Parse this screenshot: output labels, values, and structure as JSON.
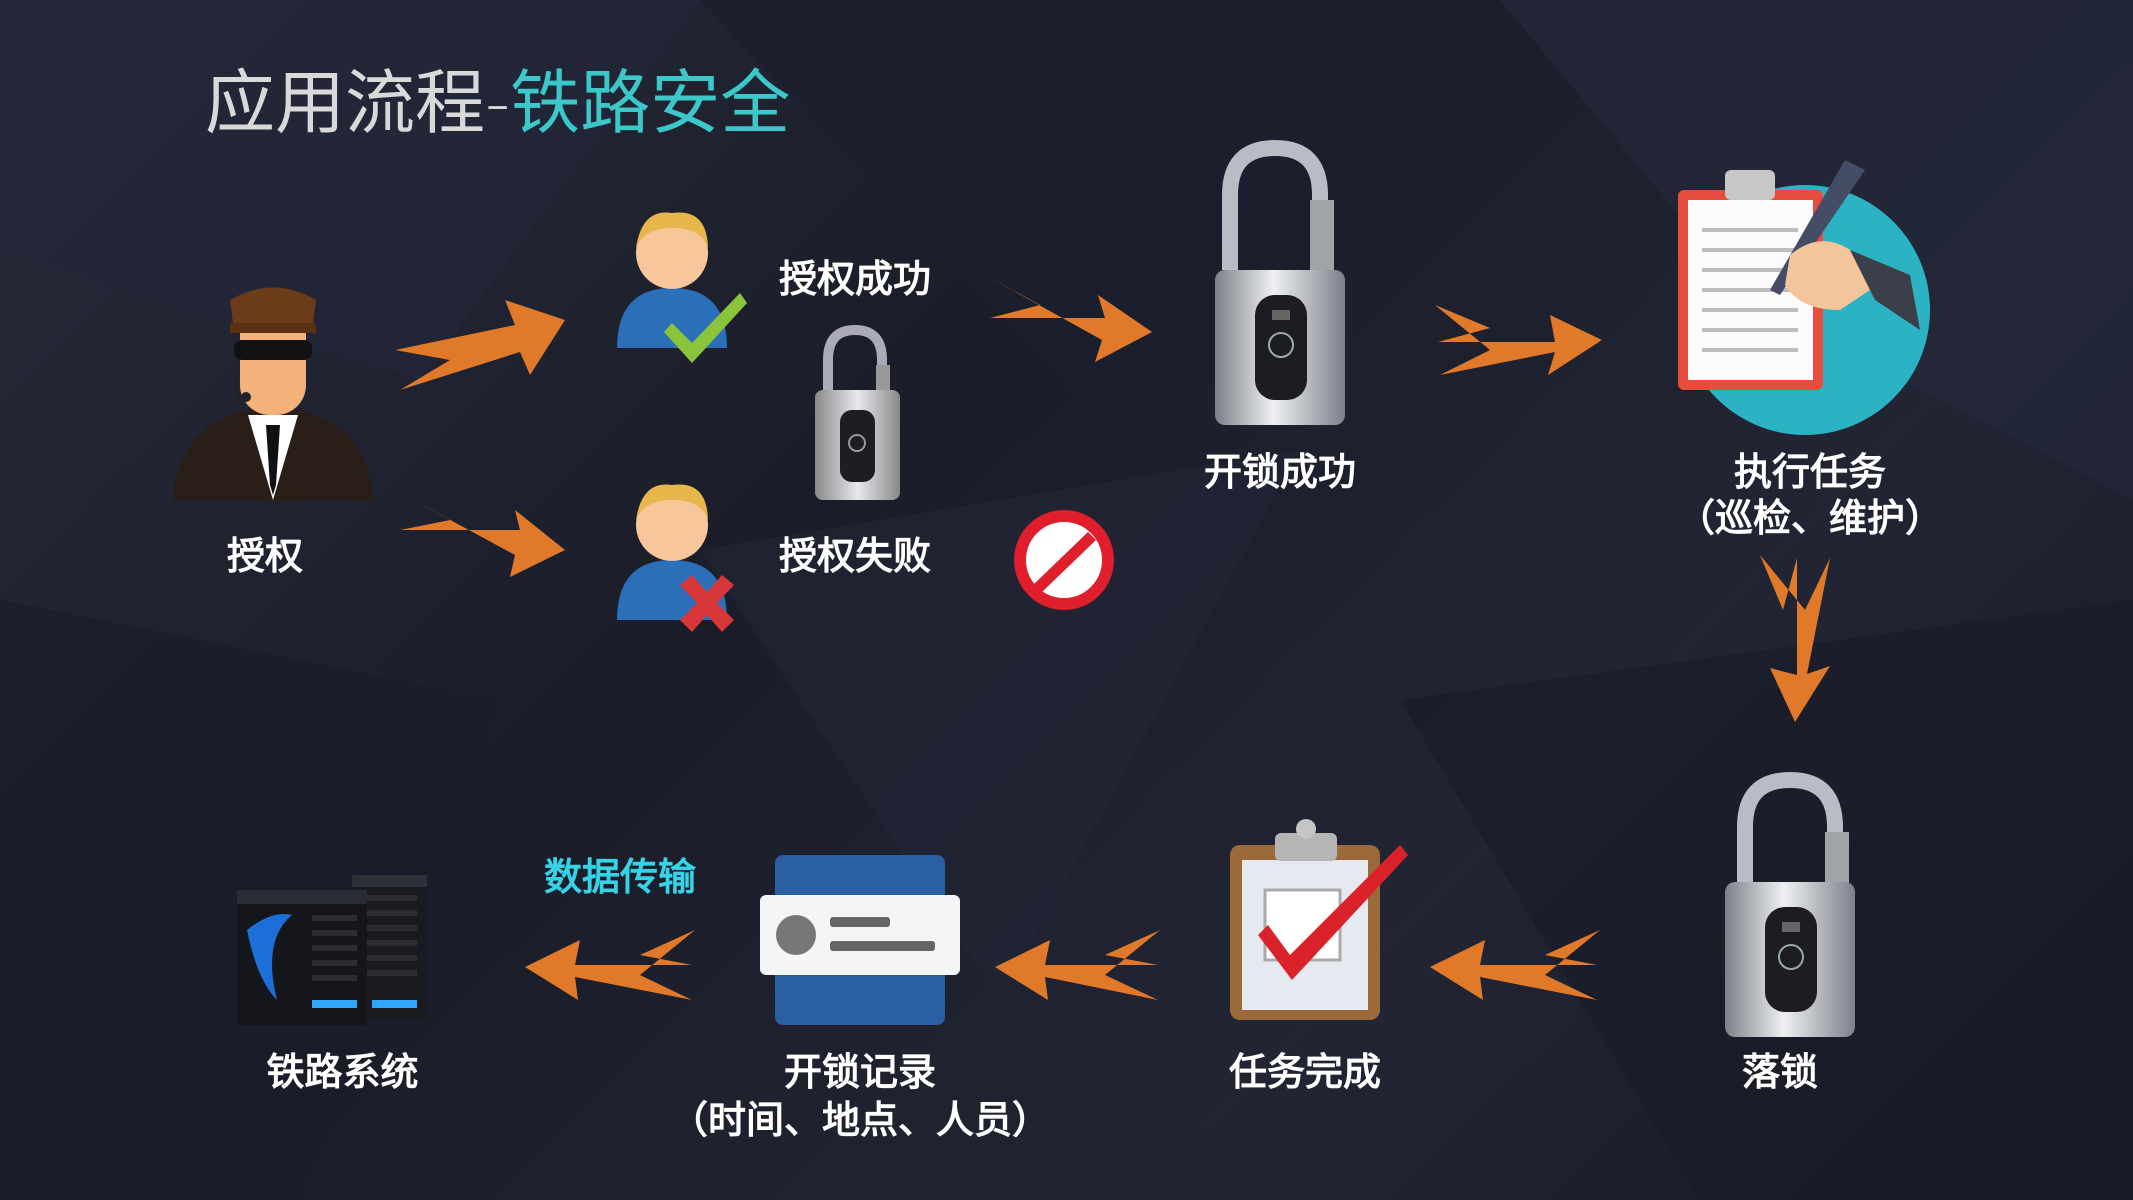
{
  "title": {
    "main": "应用流程",
    "separator": "-",
    "sub": "铁路安全"
  },
  "colors": {
    "background": "#1e2130",
    "title_sub": "#3cc8c8",
    "arrow": "#e07a2a",
    "label": "#ffffff",
    "data_label": "#36d2e6"
  },
  "nodes": {
    "authorize": {
      "label": "授权",
      "icon": "security-guard-icon"
    },
    "auth_success": {
      "label": "授权成功",
      "icon": "user-check-icon"
    },
    "auth_fail": {
      "label": "授权失败",
      "icon": "user-x-icon"
    },
    "unlock_success": {
      "label": "开锁成功",
      "icon": "padlock-open-icon"
    },
    "execute_task": {
      "label": "执行任务",
      "sublabel": "（巡检、维护）",
      "icon": "clipboard-writing-icon"
    },
    "lock": {
      "label": "落锁",
      "icon": "padlock-icon"
    },
    "task_done": {
      "label": "任务完成",
      "icon": "clipboard-check-icon"
    },
    "unlock_record": {
      "label": "开锁记录",
      "sublabel": "（时间、地点、人员）",
      "icon": "id-card-icon"
    },
    "railway_system": {
      "label": "铁路系统",
      "icon": "server-icon"
    }
  },
  "edge_labels": {
    "data_transfer": "数据传输"
  }
}
